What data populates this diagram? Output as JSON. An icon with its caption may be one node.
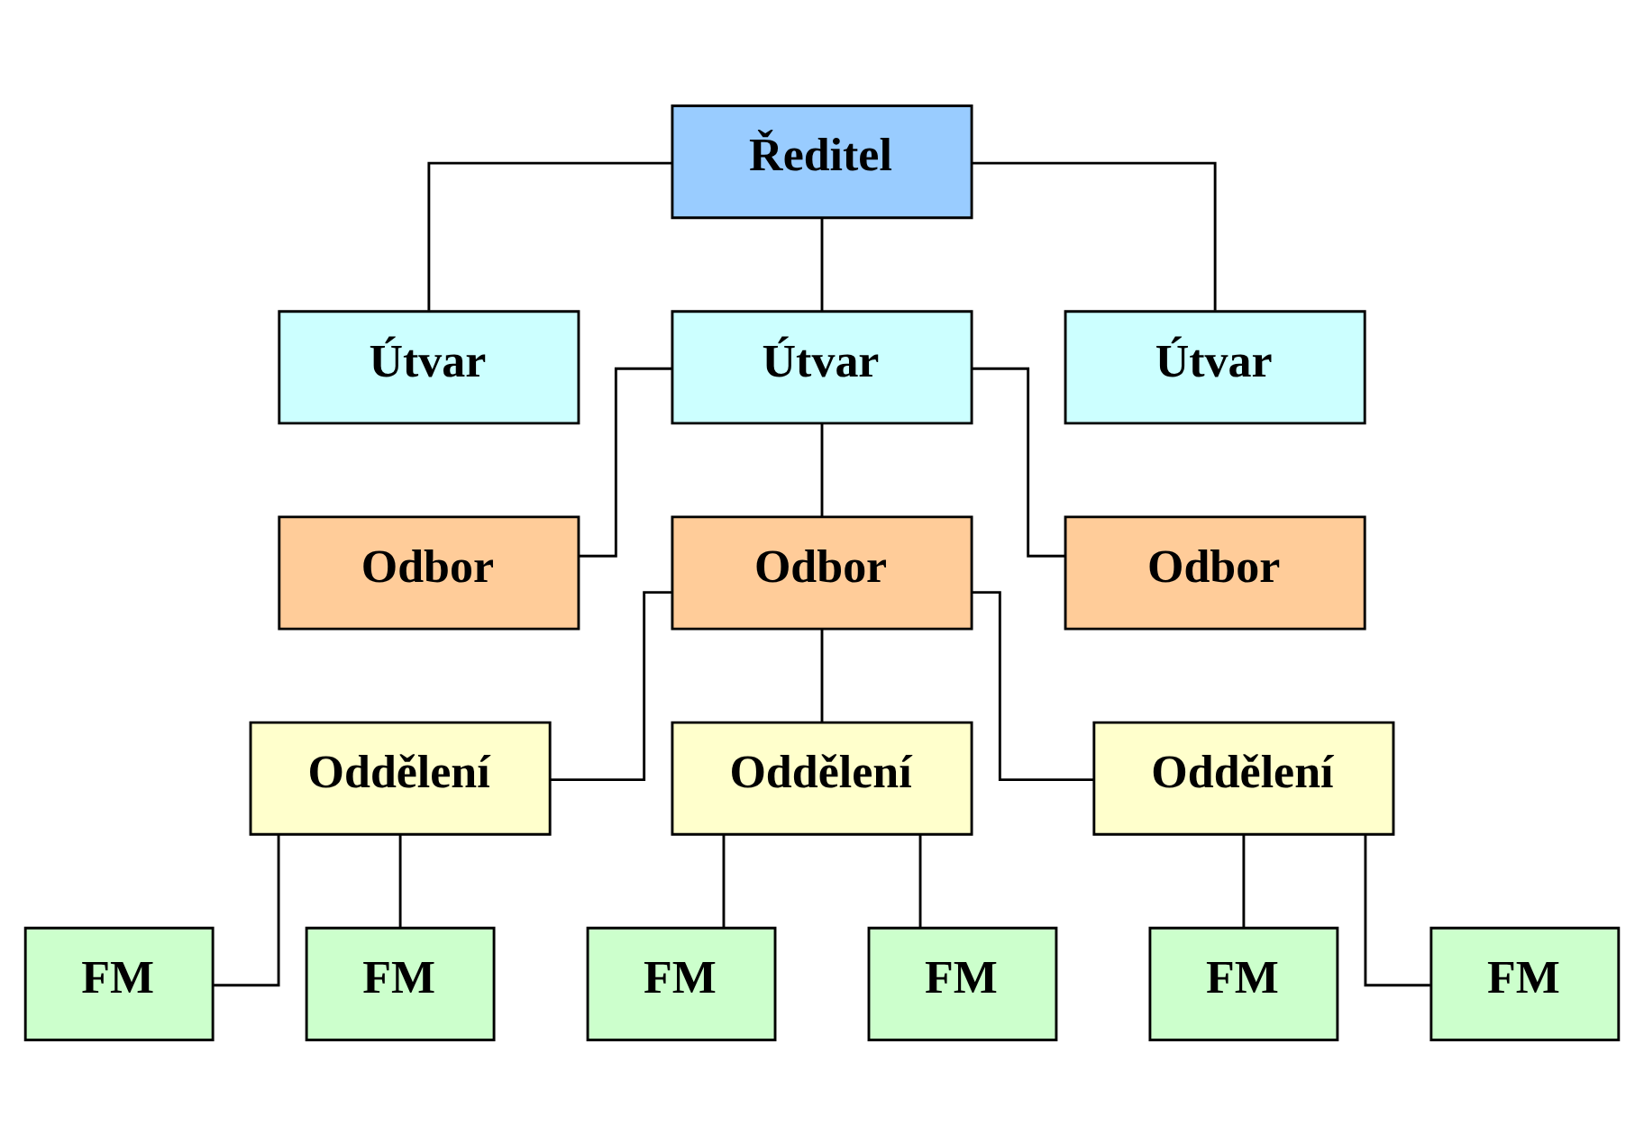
{
  "diagram": {
    "nodes": [
      {
        "text": [
          "Ředitel"
        ]
      },
      {
        "text": [
          "Útvar"
        ]
      },
      {
        "text": [
          "Útvar"
        ]
      },
      {
        "text": [
          "Útvar"
        ]
      },
      {
        "text": [
          "Odbor"
        ]
      },
      {
        "text": [
          "Odbor"
        ]
      },
      {
        "text": [
          "Odbor"
        ]
      },
      {
        "text": [
          "Oddělení"
        ]
      },
      {
        "text": [
          "Oddělení"
        ]
      },
      {
        "text": [
          "Oddělení"
        ]
      },
      {
        "text": [
          "FM"
        ]
      },
      {
        "text": [
          "FM"
        ]
      },
      {
        "text": [
          "FM"
        ]
      },
      {
        "text": [
          "FM"
        ]
      },
      {
        "text": [
          "FM"
        ]
      },
      {
        "text": [
          "FM"
        ]
      }
    ],
    "edges": [
      {
        "from": 0,
        "to": 1,
        "arrow": "none"
      },
      {
        "from": 0,
        "to": 2,
        "arrow": "none"
      },
      {
        "from": 0,
        "to": 3,
        "arrow": "none"
      },
      {
        "from": 2,
        "to": 4,
        "arrow": "none"
      },
      {
        "from": 2,
        "to": 5,
        "arrow": "none"
      },
      {
        "from": 2,
        "to": 6,
        "arrow": "none"
      },
      {
        "from": 5,
        "to": 7,
        "arrow": "none"
      },
      {
        "from": 5,
        "to": 8,
        "arrow": "none"
      },
      {
        "from": 5,
        "to": 9,
        "arrow": "none"
      },
      {
        "from": 7,
        "to": 10,
        "arrow": "none"
      },
      {
        "from": 7,
        "to": 11,
        "arrow": "none"
      },
      {
        "from": 8,
        "to": 12,
        "arrow": "none"
      },
      {
        "from": 8,
        "to": 13,
        "arrow": "none"
      },
      {
        "from": 9,
        "to": 14,
        "arrow": "none"
      },
      {
        "from": 9,
        "to": 15,
        "arrow": "none"
      }
    ]
  }
}
